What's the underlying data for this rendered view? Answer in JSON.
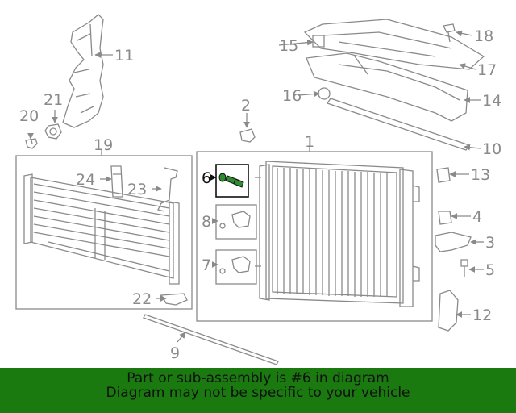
{
  "colors": {
    "line": "#8a8a8a",
    "highlight": "#111111",
    "part_green": "#2e8b2e",
    "banner_bg": "#1a7a10",
    "banner_text": "#111111"
  },
  "callouts": [
    {
      "id": "callout-1",
      "label": "1"
    },
    {
      "id": "callout-2",
      "label": "2"
    },
    {
      "id": "callout-3",
      "label": "3"
    },
    {
      "id": "callout-4",
      "label": "4"
    },
    {
      "id": "callout-5",
      "label": "5"
    },
    {
      "id": "callout-6",
      "label": "6",
      "highlighted": true
    },
    {
      "id": "callout-7",
      "label": "7"
    },
    {
      "id": "callout-8",
      "label": "8"
    },
    {
      "id": "callout-9",
      "label": "9"
    },
    {
      "id": "callout-10",
      "label": "10"
    },
    {
      "id": "callout-11",
      "label": "11"
    },
    {
      "id": "callout-12",
      "label": "12"
    },
    {
      "id": "callout-13",
      "label": "13"
    },
    {
      "id": "callout-14",
      "label": "14"
    },
    {
      "id": "callout-15",
      "label": "15"
    },
    {
      "id": "callout-16",
      "label": "16"
    },
    {
      "id": "callout-17",
      "label": "17"
    },
    {
      "id": "callout-18",
      "label": "18"
    },
    {
      "id": "callout-19",
      "label": "19"
    },
    {
      "id": "callout-20",
      "label": "20"
    },
    {
      "id": "callout-21",
      "label": "21"
    },
    {
      "id": "callout-22",
      "label": "22"
    },
    {
      "id": "callout-23",
      "label": "23"
    },
    {
      "id": "callout-24",
      "label": "24"
    }
  ],
  "banner": {
    "line1": "Part or sub-assembly is #6 in diagram",
    "line2": "Diagram may not be specific to your vehicle"
  }
}
